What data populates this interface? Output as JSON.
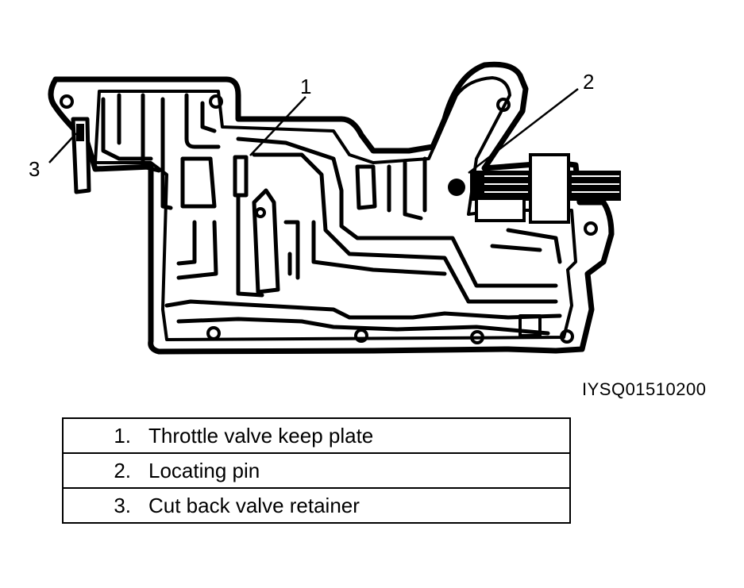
{
  "callouts": [
    "1",
    "2",
    "3"
  ],
  "figure_code": "IYSQ01510200",
  "legend": [
    {
      "num": "1.",
      "text": "Throttle valve keep plate"
    },
    {
      "num": "2.",
      "text": "Locating pin"
    },
    {
      "num": "3.",
      "text": "Cut back valve retainer"
    }
  ]
}
